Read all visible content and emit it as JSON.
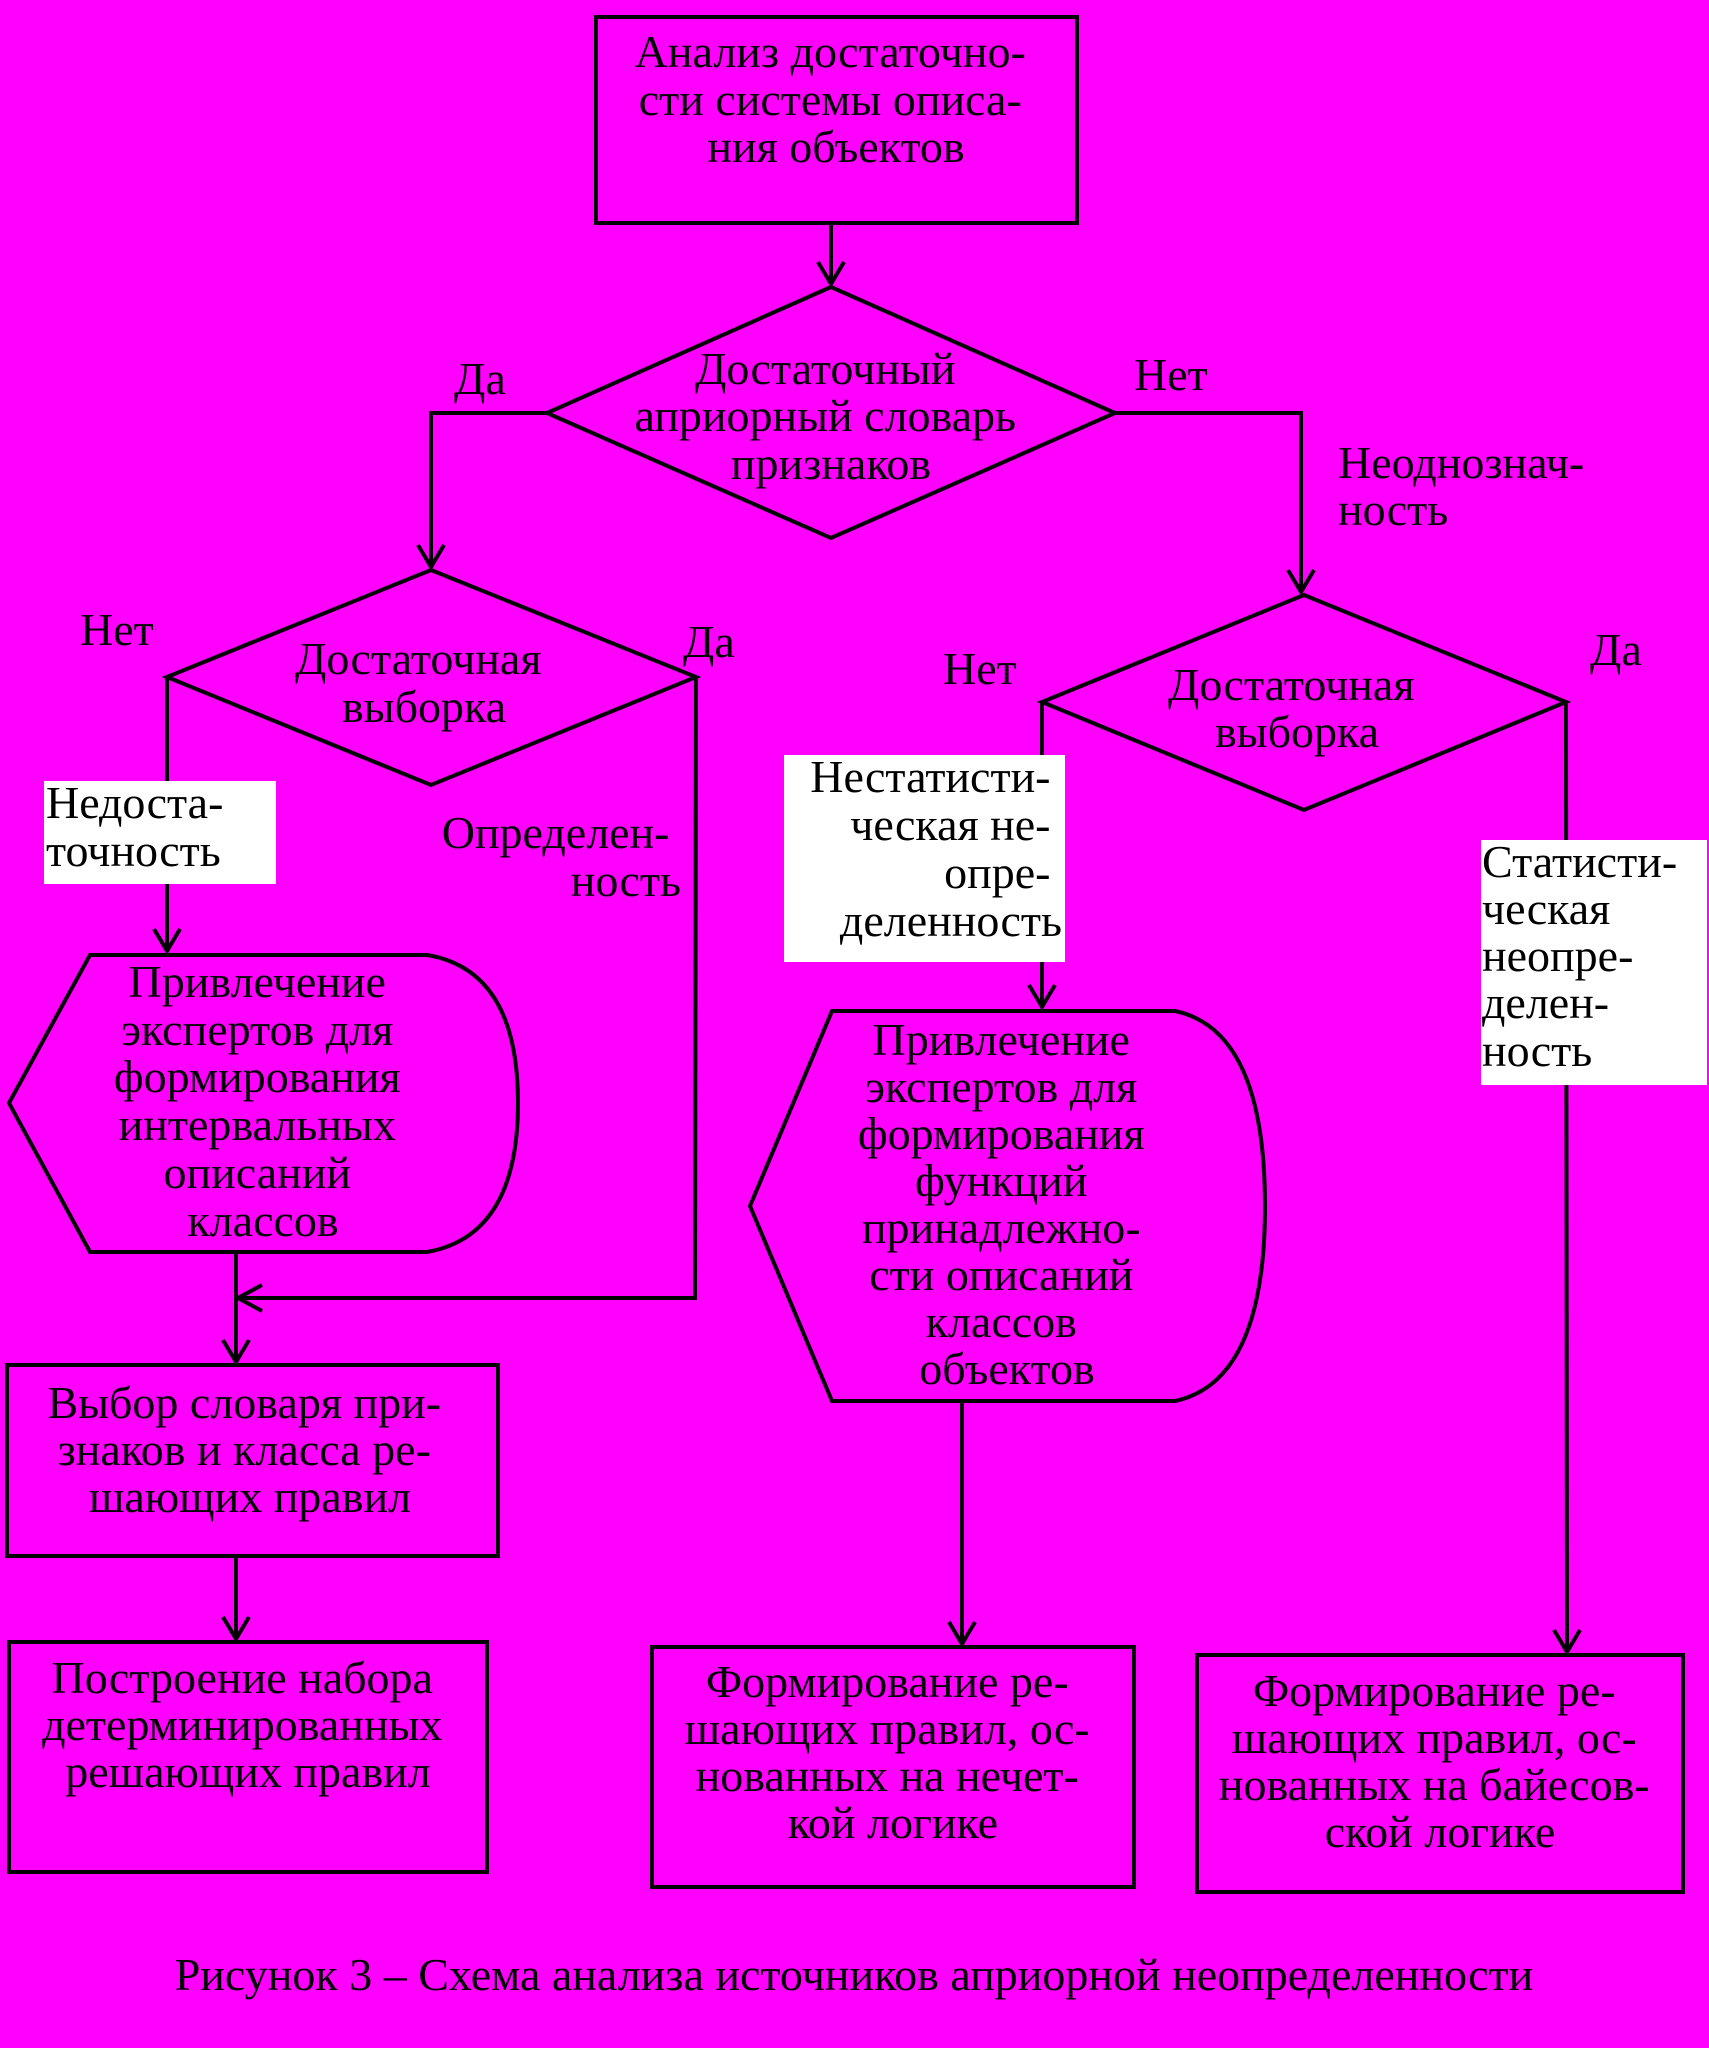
{
  "nodes": {
    "analysis": [
      "Анализ достаточно-",
      "сти системы описа-",
      "ния объектов"
    ],
    "dict_decision": [
      "Достаточный",
      "априорный словарь",
      "признаков"
    ],
    "sample_left": [
      "Достаточная",
      "выборка"
    ],
    "sample_right": [
      "Достаточная",
      "выборка"
    ],
    "experts_interval": [
      "Привлечение",
      "экспертов для",
      "формирования",
      "интервальных",
      "описаний",
      "классов"
    ],
    "experts_fuzzy": [
      "Привлечение",
      "экспертов для",
      "формирования",
      "функций",
      "принадлежно-",
      "сти описаний",
      "классов",
      "объектов"
    ],
    "choose_dict": [
      "Выбор словаря при-",
      "знаков и класса ре-",
      "шающих правил"
    ],
    "determined_rules": [
      "Построение набора",
      "детерминированных",
      "решающих правил"
    ],
    "fuzzy_rules": [
      "Формирование ре-",
      "шающих правил, ос-",
      "нованных на нечет-",
      "кой логике"
    ],
    "bayes_rules": [
      "Формирование ре-",
      "шающих правил, ос-",
      "нованных на байесов-",
      "ской логике"
    ]
  },
  "edge_labels": {
    "dict_yes": "Да",
    "dict_no": "Нет",
    "ambiguity": [
      "Неоднознач-",
      "ность"
    ],
    "left_no": "Нет",
    "left_yes": "Да",
    "insufficiency": [
      "Недоста-",
      "точность"
    ],
    "certainty": [
      "Определен-",
      "ность"
    ],
    "right_no": "Нет",
    "right_yes": "Да",
    "nonstat_uncertainty": [
      "Нестатисти-",
      "ческая не-",
      "опре-",
      "деленность"
    ],
    "stat_uncertainty": [
      "Статисти-",
      "ческая",
      "неопре-",
      "делен-",
      "ность"
    ]
  },
  "caption": "Рисунок 3 – Схема анализа источников априорной неопределенности"
}
